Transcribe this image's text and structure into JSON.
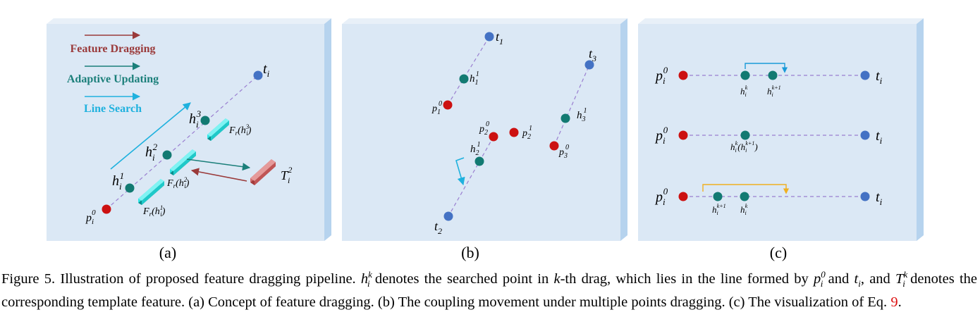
{
  "colors": {
    "panel_face": "#dbe8f5",
    "panel_side": "#b6d3ee",
    "panel_top": "#e8f0f8",
    "source_point": "#cc1111",
    "target_point": "#4472c4",
    "handle_point": "#127a72",
    "feature_drag_arrow": "#9a3a3a",
    "adaptive_arrow": "#1b7f7a",
    "line_search_arrow": "#1fb1de",
    "dashed_line": "#9a7fd0",
    "bracket_orange": "#f0b020",
    "bracket_blue": "#1a9ad8"
  },
  "legend": {
    "feature_dragging": "Feature Dragging",
    "adaptive_updating": "Adaptive Updating",
    "line_search": "Line Search"
  },
  "panel_a": {
    "sublabel": "(a)",
    "t": "t",
    "t_sub": "i",
    "h": "h",
    "h_sub": "i",
    "h1_sup": "1",
    "h2_sup": "2",
    "h3_sup": "3",
    "p": "p",
    "p_sub": "i",
    "p_sup": "0",
    "F": "F",
    "F_sub": "r",
    "F1": "(h",
    "F1_sup": "1",
    "F1_sub": "i",
    "F1_end": ")",
    "F2": "(h",
    "F2_sup": "2",
    "F2_sub": "i",
    "F2_end": ")",
    "F3": "(h",
    "F3_sup": "3",
    "F3_sub": "i",
    "F3_end": ")",
    "T": "T",
    "T_sub": "i",
    "T_sup": "2"
  },
  "panel_b": {
    "sublabel": "(b)",
    "t": "t",
    "t1_sub": "1",
    "t2_sub": "2",
    "t3_sub": "3",
    "h": "h",
    "h1_sub": "1",
    "h2_sub": "2",
    "h3_sub": "3",
    "h_sup": "1",
    "p": "p",
    "p1_sub": "1",
    "p2_sub": "2",
    "p3_sub": "3",
    "p_sup0": "0",
    "p_sup1": "1"
  },
  "panel_c": {
    "sublabel": "(c)",
    "p": "p",
    "p_sub": "i",
    "p_sup": "0",
    "t": "t",
    "t_sub": "i",
    "h": "h",
    "h_sub": "i",
    "sup_k": "k",
    "sup_k1": "k+1",
    "row2_label_mid": "(h",
    "row2_label_end": ")"
  },
  "caption": {
    "figure_label": "Figure 5.",
    "text1": " Illustration of proposed feature dragging pipeline. ",
    "m_h": "h",
    "m_h_sup": "k",
    "m_h_sub": "i",
    "text2": " denotes the searched point in ",
    "m_k": "k",
    "text3": "-th drag, which lies in the line formed by ",
    "m_p": "p",
    "m_p_sup": "0",
    "m_p_sub": "i",
    "text4": " and ",
    "m_t": "t",
    "m_t_sub": "i",
    "text5": ", and ",
    "m_T": "T",
    "m_T_sup": "k",
    "m_T_sub": "i",
    "text6": " denotes the corresponding template feature. (a) Concept of feature dragging. (b) The coupling movement under multiple points dragging. (c) The visualization of Eq. ",
    "eq_ref": "9",
    "text7": "."
  }
}
